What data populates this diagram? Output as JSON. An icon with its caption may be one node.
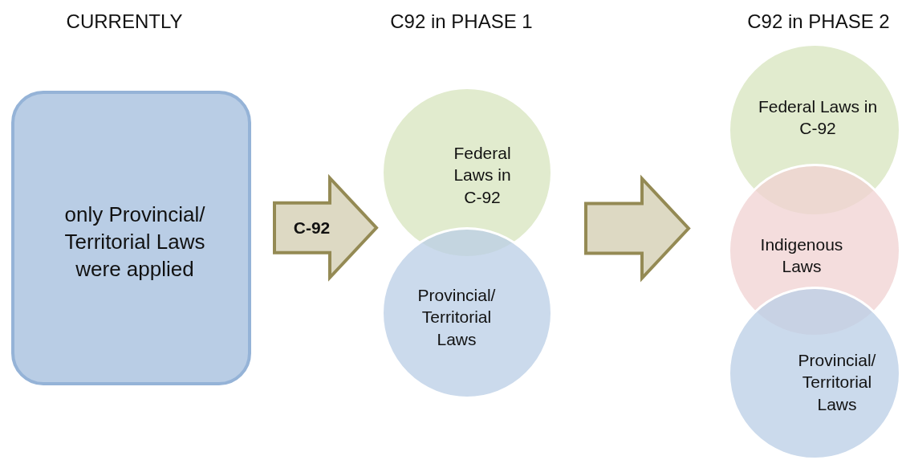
{
  "diagram": {
    "nodes": [
      {
        "text": [
          "only Provincial/ Territorial Laws were applied"
        ]
      },
      {
        "text": [
          "Federal Laws in C-92"
        ]
      },
      {
        "text": [
          "Provincial/ Territorial Laws"
        ]
      },
      {
        "text": [
          "Federal Laws in C-92"
        ]
      },
      {
        "text": [
          "Indigenous Laws"
        ]
      },
      {
        "text": [
          "Provincial/ Territorial Laws"
        ]
      }
    ],
    "edges": [
      {
        "from": 0,
        "to": 1,
        "arrow": "to",
        "label": "C-92"
      },
      {
        "from": 1,
        "to": 4,
        "arrow": "to"
      }
    ],
    "labels": [
      "CURRENTLY",
      "C92 in PHASE 1",
      "C92 in PHASE 2"
    ]
  }
}
